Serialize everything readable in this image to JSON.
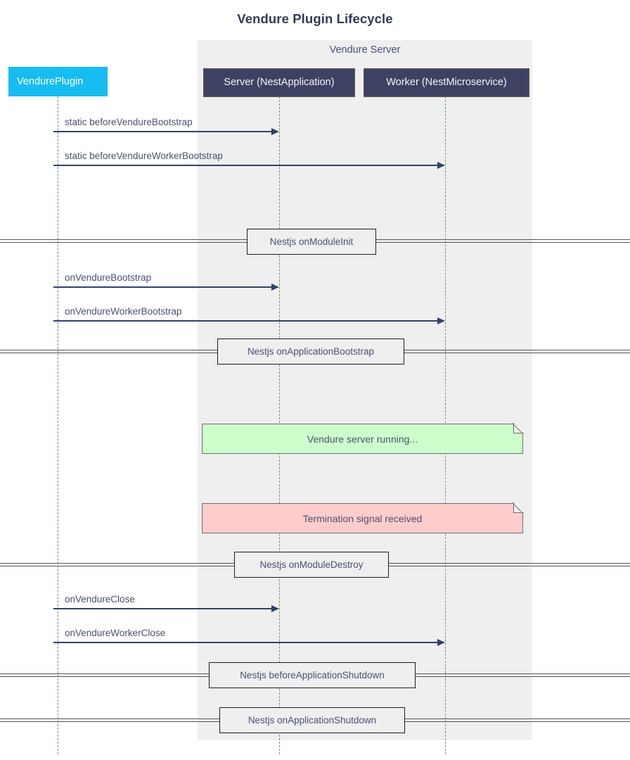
{
  "title": "Vendure Plugin Lifecycle",
  "colors": {
    "plugin_fill": "#17bcf0",
    "nest_fill": "#3d4263",
    "group_fill": "#efeff0",
    "lifeline": "#5aa05a",
    "arrow": "#33406c",
    "text": "#4b5070",
    "note_green": "#ccffcc",
    "note_red": "#ffcccc"
  },
  "group": {
    "label": "Vendure Server"
  },
  "participants": [
    {
      "name": "VendurePlugin",
      "label": "VendurePlugin"
    },
    {
      "name": "server",
      "label": "Server (NestApplication)"
    },
    {
      "name": "worker",
      "label": "Worker (NestMicroservice)"
    }
  ],
  "messages": [
    {
      "label": "static beforeVendureBootstrap",
      "from": "VendurePlugin",
      "to": "server"
    },
    {
      "label": "static beforeVendureWorkerBootstrap",
      "from": "VendurePlugin",
      "to": "worker"
    },
    {
      "label": "onVendureBootstrap",
      "from": "VendurePlugin",
      "to": "server"
    },
    {
      "label": "onVendureWorkerBootstrap",
      "from": "VendurePlugin",
      "to": "worker"
    },
    {
      "label": "onVendureClose",
      "from": "VendurePlugin",
      "to": "server"
    },
    {
      "label": "onVendureWorkerClose",
      "from": "VendurePlugin",
      "to": "worker"
    }
  ],
  "dividers": [
    {
      "label": "Nestjs onModuleInit"
    },
    {
      "label": "Nestjs onApplicationBootstrap"
    },
    {
      "label": "Nestjs onModuleDestroy"
    },
    {
      "label": "Nestjs beforeApplicationShutdown"
    },
    {
      "label": "Nestjs onApplicationShutdown"
    }
  ],
  "notes": [
    {
      "label": "Vendure server running...",
      "style": "green"
    },
    {
      "label": "Termination signal received",
      "style": "red"
    }
  ]
}
